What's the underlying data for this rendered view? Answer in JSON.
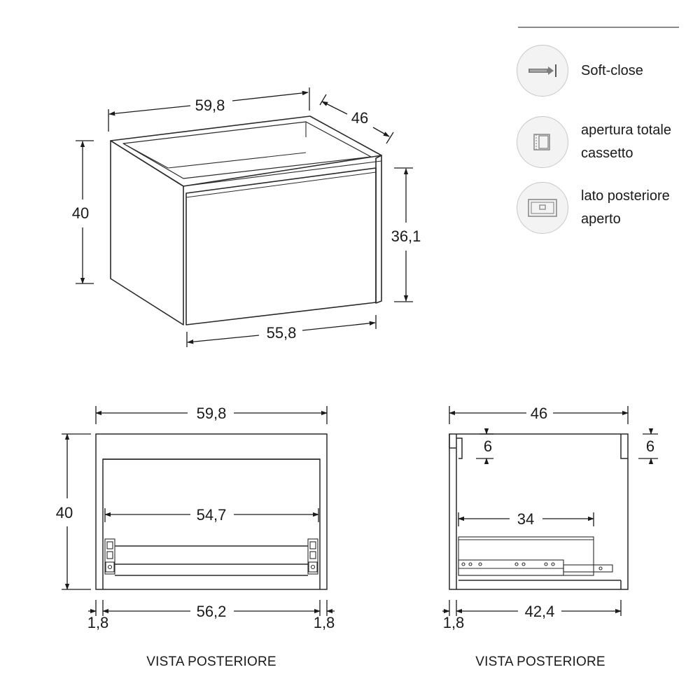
{
  "dimensions": {
    "iso_width": "59,8",
    "iso_depth": "46",
    "iso_height": "40",
    "iso_drawer_height": "36,1",
    "iso_drawer_width": "55,8",
    "rear_width": "59,8",
    "rear_height": "40",
    "rear_inner_width": "54,7",
    "rear_internal": "56,2",
    "rear_side_left": "1,8",
    "rear_side_right": "1,8",
    "side_depth": "46",
    "side_top_gap_a": "6",
    "side_top_gap_b": "6",
    "side_drawer_depth": "34",
    "side_inner_depth": "42,4",
    "side_panel": "1,8"
  },
  "captions": {
    "rear_view": "VISTA POSTERIORE",
    "side_view": "VISTA POSTERIORE"
  },
  "legend": {
    "items": [
      {
        "icon": "soft-close-icon",
        "label": "Soft-close"
      },
      {
        "icon": "full-extension-drawer-icon",
        "label": "apertura totale cassetto"
      },
      {
        "icon": "open-back-icon",
        "label": "lato posteriore aperto"
      }
    ]
  },
  "colors": {
    "line": "#2a2a2a",
    "icon_accent": "#7d7d7d",
    "icon_bg": "#f3f3f3"
  }
}
